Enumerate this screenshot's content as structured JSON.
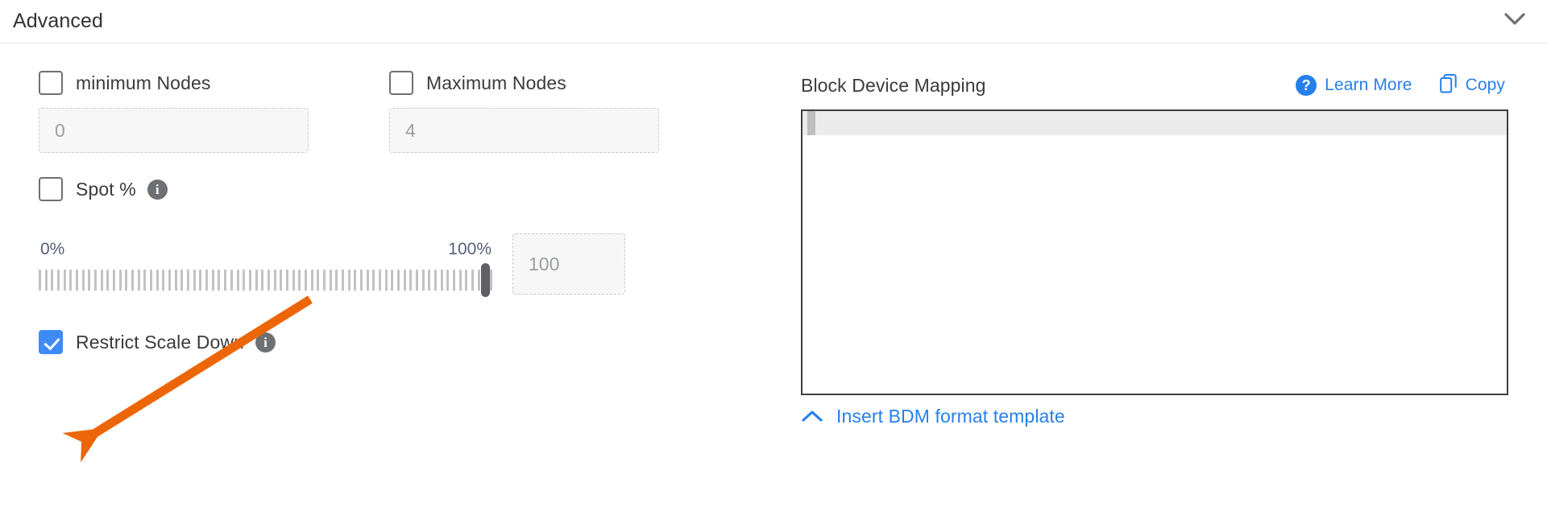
{
  "section": {
    "title": "Advanced",
    "collapse_icon": "chevron-down-icon"
  },
  "left": {
    "min_nodes": {
      "label": "minimum Nodes",
      "checked": false,
      "input_placeholder": "0",
      "input_value": ""
    },
    "max_nodes": {
      "label": "Maximum Nodes",
      "checked": false,
      "input_placeholder": "4",
      "input_value": ""
    },
    "spot": {
      "label": "Spot %",
      "checked": false,
      "info_icon": "info-icon"
    },
    "slider": {
      "min_label": "0%",
      "max_label": "100%",
      "value": 100,
      "value_box_placeholder": "100",
      "tick_count": 74
    },
    "restrict_scale_down": {
      "label": "Restrict Scale Down",
      "checked": true,
      "info_icon": "info-icon"
    }
  },
  "right": {
    "title": "Block Device Mapping",
    "learn_more": {
      "label": "Learn More",
      "icon": "help-circle-icon"
    },
    "copy": {
      "label": "Copy",
      "icon": "copy-icon"
    },
    "editor": {
      "content": "",
      "active_line": 1
    },
    "footer": {
      "label": "Insert BDM format template",
      "icon": "chevron-up-icon"
    }
  },
  "colors": {
    "accent_blue": "#2680eb",
    "checkbox_blue": "#3e8bf7",
    "annotation_orange": "#ec6608",
    "text_dark": "#3b3b3b",
    "muted": "#9b9ea1"
  }
}
